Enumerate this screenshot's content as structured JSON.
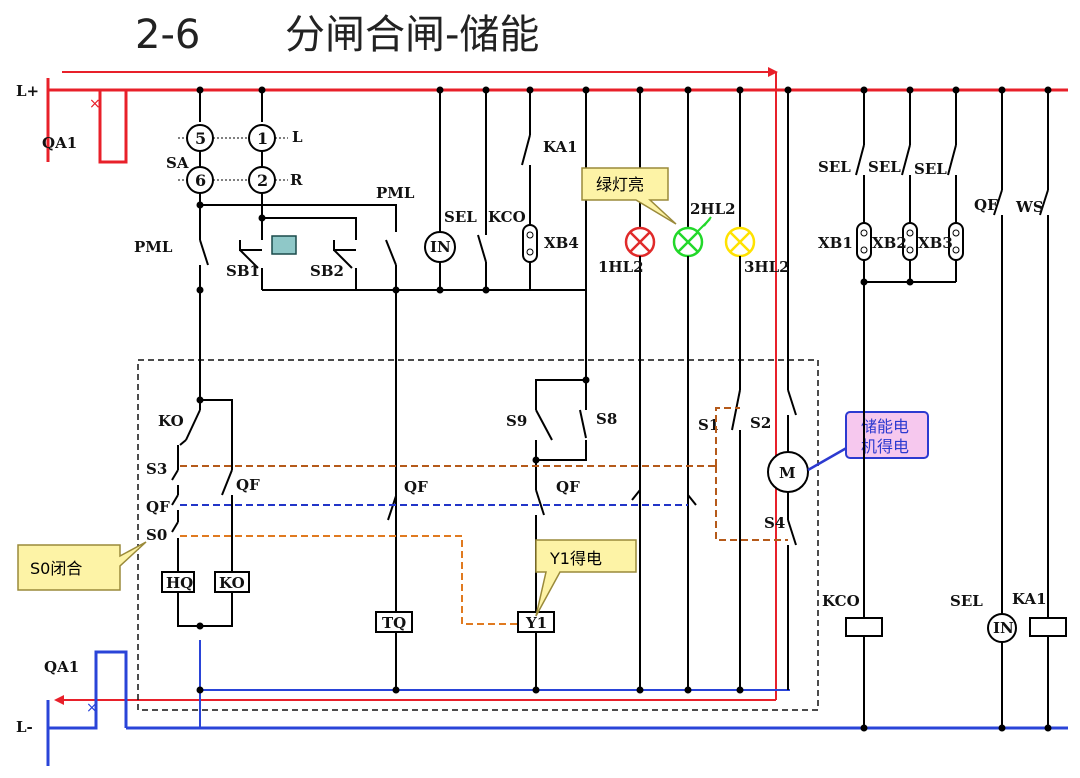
{
  "title": {
    "number": "2-6",
    "text": "分闸合闸-储能"
  },
  "colors": {
    "positive_bus": "#e8202a",
    "negative_bus": "#2a44d8",
    "callout_fill": "#fdf3a6",
    "callout_border": "#9a8a3a",
    "motor_callout_fill": "#f6c8ee",
    "motor_callout_border": "#2c3ad0",
    "lamp_red": "#e02a2a",
    "lamp_green": "#22d82a",
    "lamp_yellow": "#ffe200",
    "dash_brown": "#b55a1a",
    "dash_blue": "#2235c8",
    "dash_orange": "#e07a20"
  },
  "bus": {
    "positive": "L+",
    "negative": "L-",
    "breaker_top": "QA1",
    "breaker_bottom": "QA1"
  },
  "selector": {
    "name": "SA",
    "contacts": [
      "5",
      "1",
      "6",
      "2"
    ],
    "right_labels": [
      "L",
      "R"
    ]
  },
  "labels": {
    "pml_left": "PML",
    "pml_right": "PML",
    "sb1": "SB1",
    "sb2": "SB2",
    "sel_in": "SEL",
    "kco": "KCO",
    "ka1": "KA1",
    "xb4": "XB4",
    "in_text": "IN",
    "hl1": "1HL2",
    "hl2": "2HL2",
    "hl3": "3HL2",
    "ko": "KO",
    "s3": "S3",
    "qf_left": "QF",
    "s0": "S0",
    "qf_a": "QF",
    "qf_b": "QF",
    "qf_c": "QF",
    "s9": "S9",
    "s8": "S8",
    "s1": "S1",
    "s2": "S2",
    "s4": "S4",
    "hq": "HQ",
    "ko_box": "KO",
    "tq": "TQ",
    "y1": "Y1",
    "motor": "M",
    "sel1": "SEL",
    "sel2": "SEL",
    "sel3": "SEL",
    "xb1": "XB1",
    "xb2": "XB2",
    "xb3": "XB3",
    "qf_right": "QF",
    "ws": "WS",
    "kco_coil": "KCO",
    "sel_coil": "SEL",
    "ka1_coil": "KA1",
    "in_coil": "IN"
  },
  "callouts": {
    "green_lamp": "绿灯亮",
    "motor": [
      "储能电",
      "机得电"
    ],
    "s0": "S0闭合",
    "y1": "Y1得电"
  }
}
